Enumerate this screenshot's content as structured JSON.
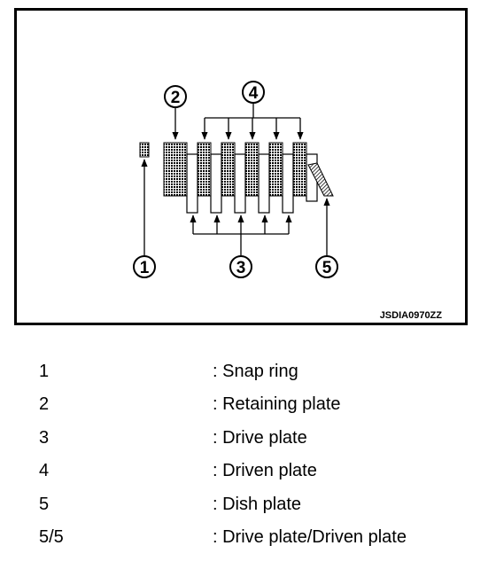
{
  "figure": {
    "id": "JSDIA0970ZZ",
    "callouts": [
      "1",
      "2",
      "3",
      "4",
      "5"
    ]
  },
  "legend": [
    {
      "number": "1",
      "description": ": Snap ring"
    },
    {
      "number": "2",
      "description": ": Retaining plate"
    },
    {
      "number": "3",
      "description": ": Drive plate"
    },
    {
      "number": "4",
      "description": ": Driven plate"
    },
    {
      "number": "5",
      "description": ": Dish plate"
    },
    {
      "number": "5/5",
      "description": ": Drive plate/Driven plate"
    }
  ]
}
